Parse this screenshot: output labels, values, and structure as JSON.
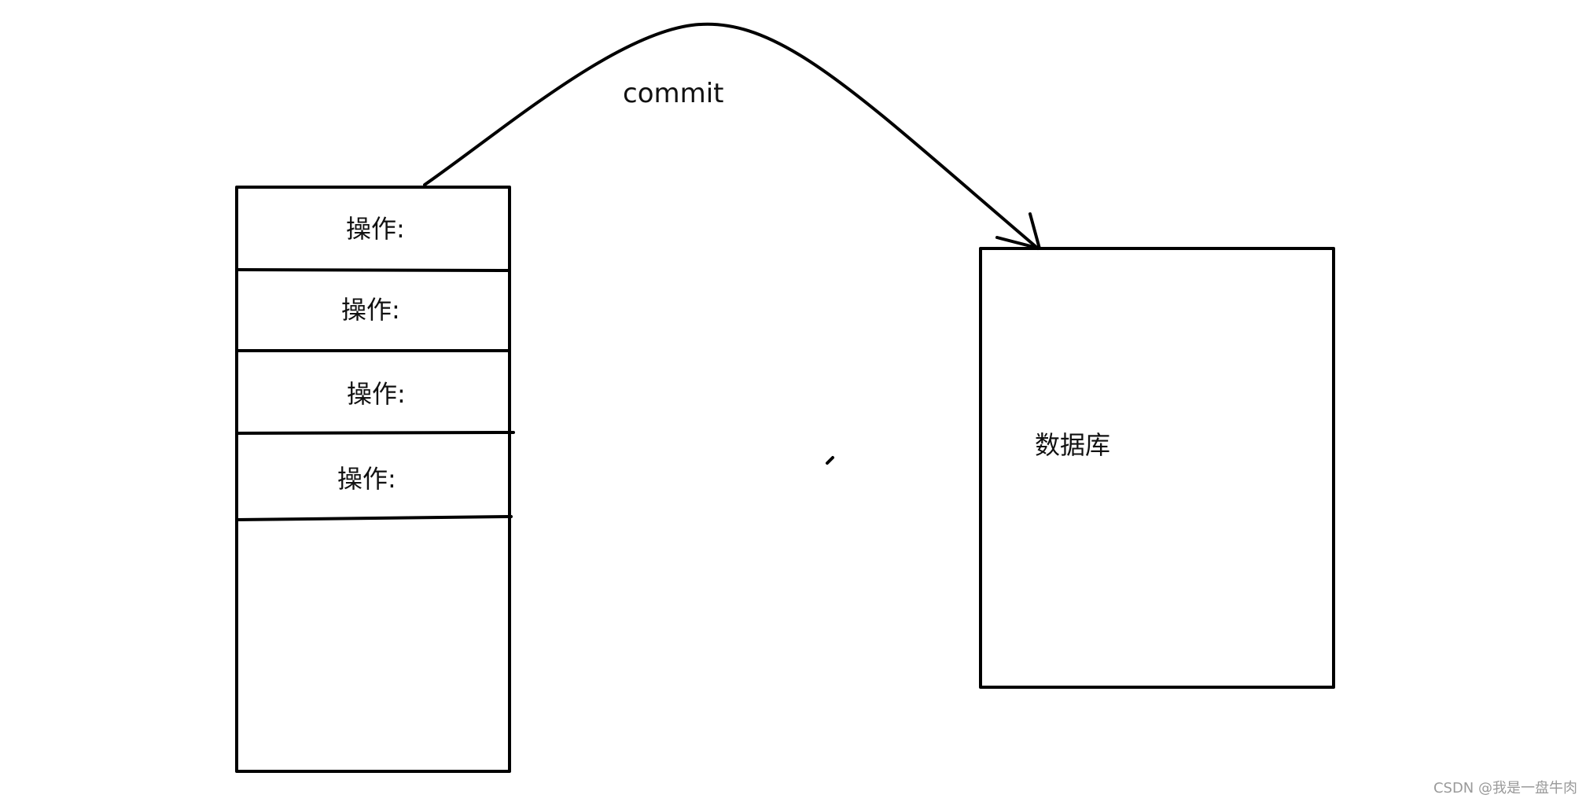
{
  "diagram": {
    "commit_label": "commit",
    "operation_label": "操作:",
    "operations": [
      {
        "label": "操作:"
      },
      {
        "label": "操作:"
      },
      {
        "label": "操作:"
      },
      {
        "label": "操作:"
      }
    ],
    "database_label": "数据库",
    "watermark": "CSDN @我是一盘牛肉"
  }
}
